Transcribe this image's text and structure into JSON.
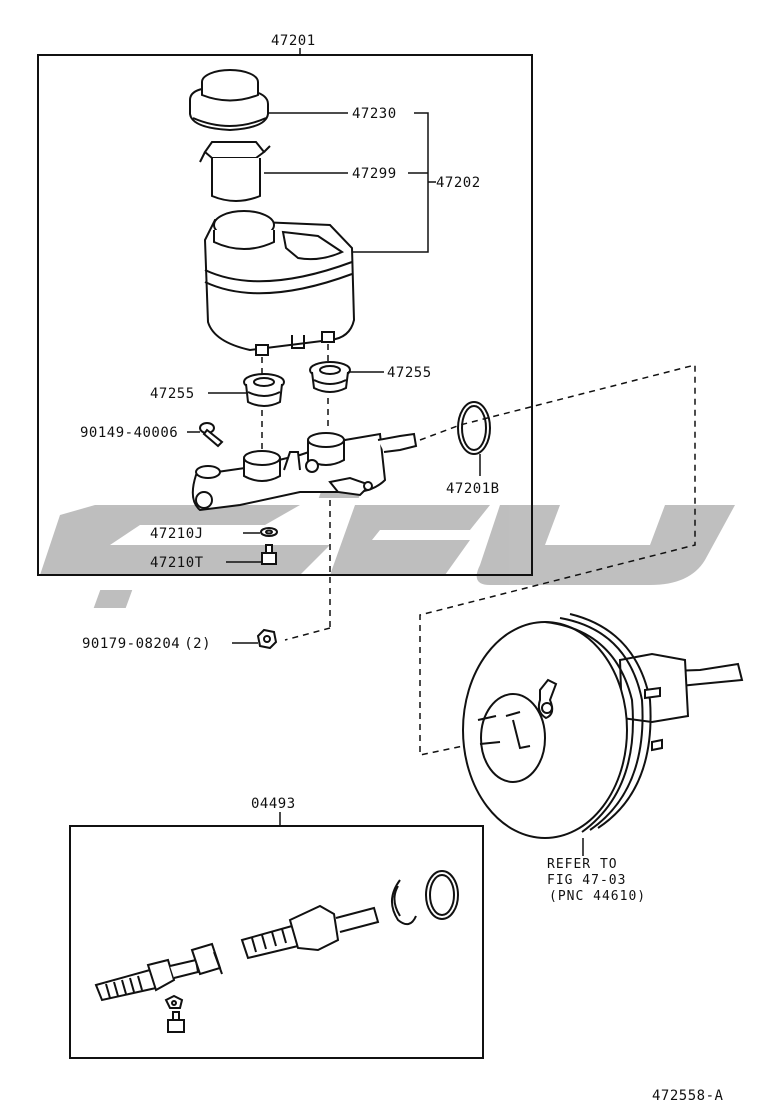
{
  "diagram": {
    "figure_id": "472558-A",
    "colors": {
      "line": "#111111",
      "watermark": "#b8b8b8",
      "background": "#ffffff"
    },
    "groups": [
      {
        "key": "reservoir_cylinder_assy",
        "number": "47201"
      },
      {
        "key": "cylinder_kit",
        "number": "04493"
      }
    ],
    "parts": {
      "cap": "47230",
      "strainer": "47299",
      "reservoir_sub": "47202",
      "grommet_left": "47255",
      "grommet_right": "47255",
      "screw": "90149-40006",
      "o_ring": "47201B",
      "washer": "47210J",
      "bleeder": "47210T",
      "nut": "90179-08204",
      "nut_qty": "(2)"
    },
    "reference_note": [
      "REFER TO",
      "FIG 47-03",
      "(PNC 44610)"
    ],
    "icons": [
      "watermark-logo",
      "brake-booster-icon",
      "master-cylinder-icon"
    ]
  }
}
